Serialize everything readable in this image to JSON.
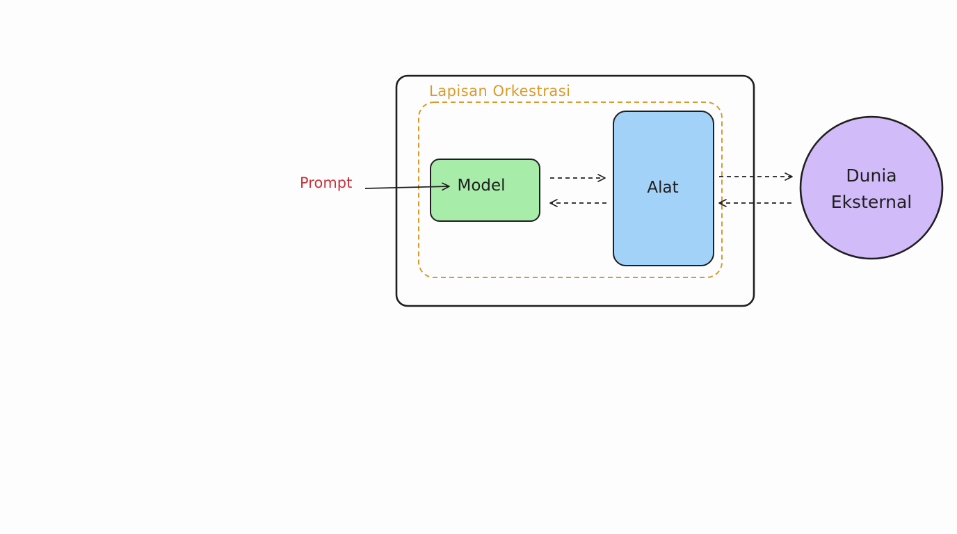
{
  "diagram": {
    "layer_label": "Lapisan Orkestrasi",
    "prompt_label": "Prompt",
    "model_label": "Model",
    "tool_label": "Alat",
    "world_label_line1": "Dunia",
    "world_label_line2": "Eksternal"
  },
  "colors": {
    "layer_accent": "#d99a2b",
    "prompt_accent": "#c8323c",
    "model_fill": "#a8ecaa",
    "tool_fill": "#a3d2f8",
    "world_fill": "#d1bbf8",
    "stroke": "#1f1f1f"
  }
}
